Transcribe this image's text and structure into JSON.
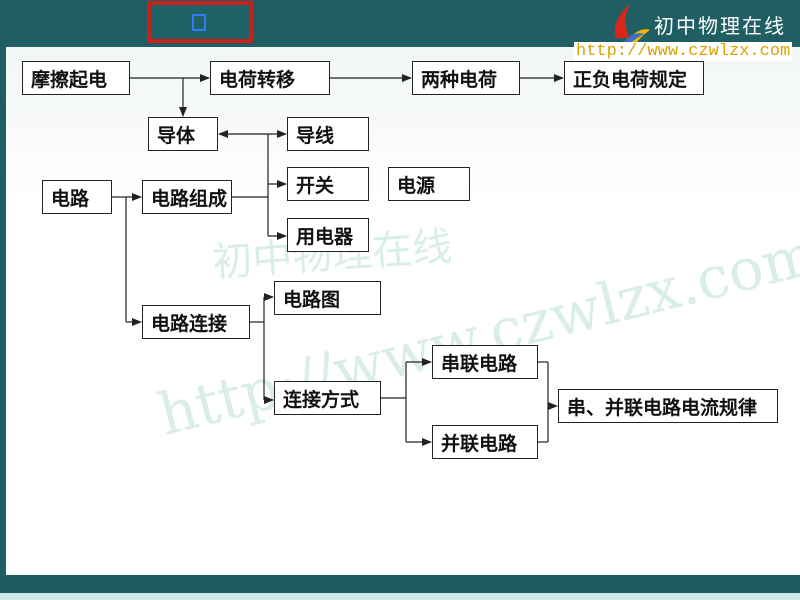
{
  "header": {
    "logo_text": "初中物理在线",
    "logo_url": "http://www.czwlzx.com"
  },
  "watermark": {
    "cn": "初中物理在线",
    "url": "http://www.czwlzx.com"
  },
  "diagram": {
    "nodes": {
      "friction": "摩擦起电",
      "charge_transfer": "电荷转移",
      "two_charges": "两种电荷",
      "charge_rule": "正负电荷规定",
      "conductor": "导体",
      "wire": "导线",
      "switch": "开关",
      "power_source": "电源",
      "appliance": "用电器",
      "circuit": "电路",
      "circuit_composition": "电路组成",
      "circuit_connection": "电路连接",
      "circuit_diagram": "电路图",
      "connection_method": "连接方式",
      "series_circuit": "串联电路",
      "parallel_circuit": "并联电路",
      "current_law": "串、并联电路电流规律"
    }
  },
  "colors": {
    "frame": "#1f5f63",
    "tab_border": "#c8201c",
    "logo_url": "#d6a400"
  }
}
